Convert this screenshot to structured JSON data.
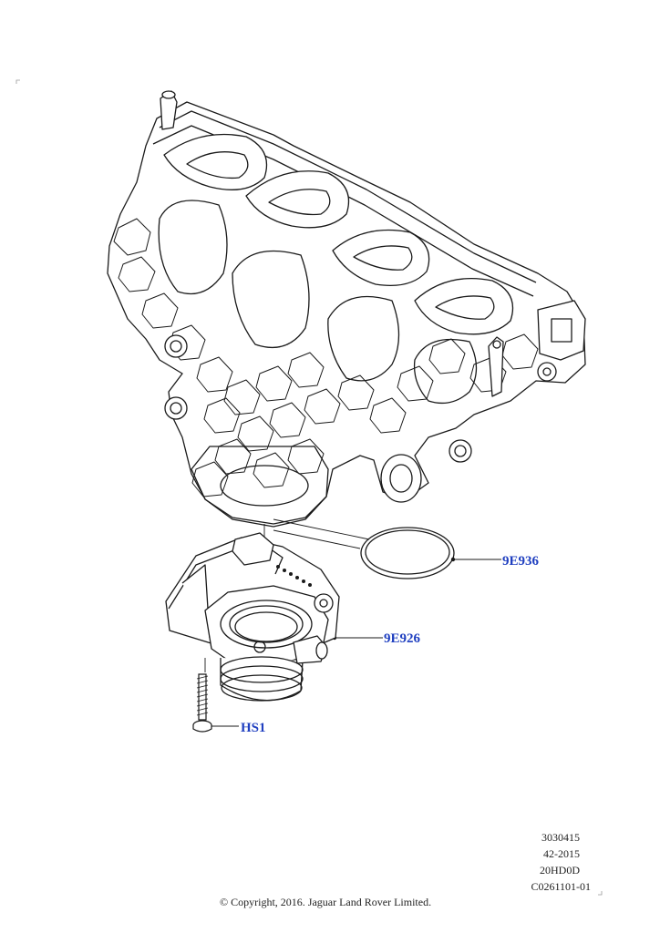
{
  "callouts": {
    "gasket": "9E936",
    "throttle_body": "9E926",
    "bolt": "HS1"
  },
  "reference_codes": [
    "3030415",
    "42-2015",
    "20HD0D",
    "C0261101-01"
  ],
  "copyright": "© Copyright, 2016. Jaguar Land Rover Limited.",
  "colors": {
    "callout": "#1f3fc0",
    "line": "#1a1a1a"
  }
}
